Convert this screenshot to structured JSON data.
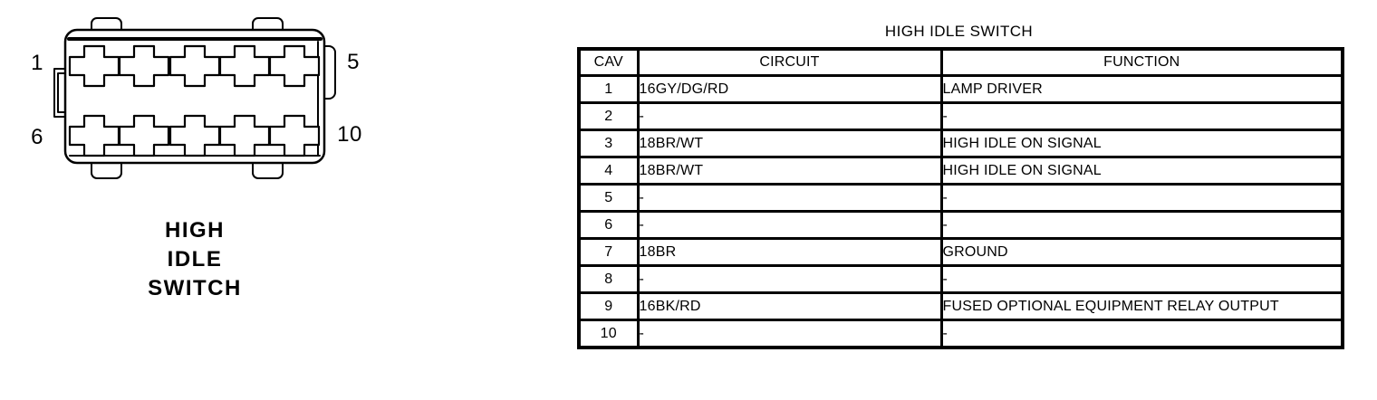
{
  "connector": {
    "pin_labels": {
      "top_left": "1",
      "top_right": "5",
      "bottom_left": "6",
      "bottom_right": "10"
    },
    "caption_lines": [
      "HIGH",
      "IDLE",
      "SWITCH"
    ],
    "cavity_rows": 2,
    "cavities_per_row": 5
  },
  "table": {
    "title": "HIGH IDLE SWITCH",
    "columns": [
      "CAV",
      "CIRCUIT",
      "FUNCTION"
    ],
    "rows": [
      [
        "1",
        "16GY/DG/RD",
        "LAMP DRIVER"
      ],
      [
        "2",
        "-",
        "-"
      ],
      [
        "3",
        "18BR/WT",
        "HIGH IDLE ON SIGNAL"
      ],
      [
        "4",
        "18BR/WT",
        "HIGH IDLE ON SIGNAL"
      ],
      [
        "5",
        "-",
        "-"
      ],
      [
        "6",
        "-",
        "-"
      ],
      [
        "7",
        "18BR",
        "GROUND"
      ],
      [
        "8",
        "-",
        "-"
      ],
      [
        "9",
        "16BK/RD",
        "FUSED OPTIONAL EQUIPMENT RELAY OUTPUT"
      ],
      [
        "10",
        "-",
        "-"
      ]
    ]
  },
  "colors": {
    "ink": "#000000",
    "background": "#ffffff"
  }
}
